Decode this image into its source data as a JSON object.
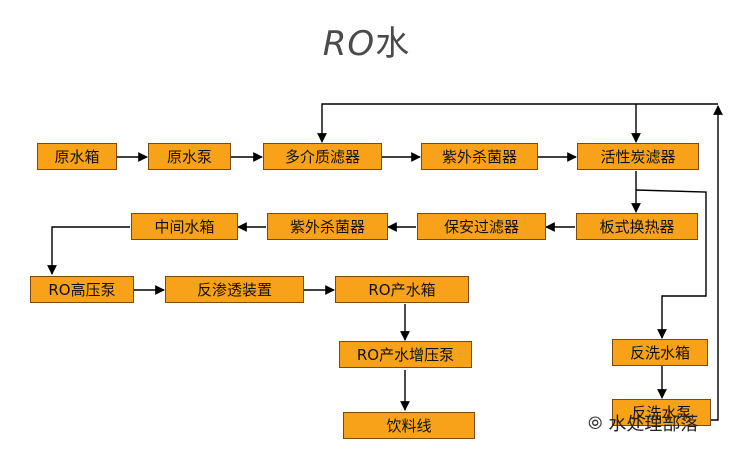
{
  "title": {
    "ro": "RO",
    "suffix": "水"
  },
  "boxes": {
    "raw_tank": "原水箱",
    "raw_pump": "原水泵",
    "multi_media_filter": "多介质滤器",
    "uv_sterilizer_1": "紫外杀菌器",
    "activated_carbon_filter": "活性炭滤器",
    "plate_heat_exchanger": "板式换热器",
    "security_filter": "保安过滤器",
    "uv_sterilizer_2": "紫外杀菌器",
    "intermediate_tank": "中间水箱",
    "ro_hp_pump": "RO高压泵",
    "reverse_osmosis_unit": "反渗透装置",
    "ro_product_tank": "RO产水箱",
    "ro_booster_pump": "RO产水增压泵",
    "drinking_line": "饮料线",
    "backwash_tank": "反洗水箱",
    "backwash_pump": "反洗水泵"
  },
  "watermark": {
    "logo": "⦾",
    "text": "水处理部落"
  },
  "colors": {
    "box_fill": "#f8a21a",
    "box_border": "#7a4a06",
    "line": "#000000"
  }
}
